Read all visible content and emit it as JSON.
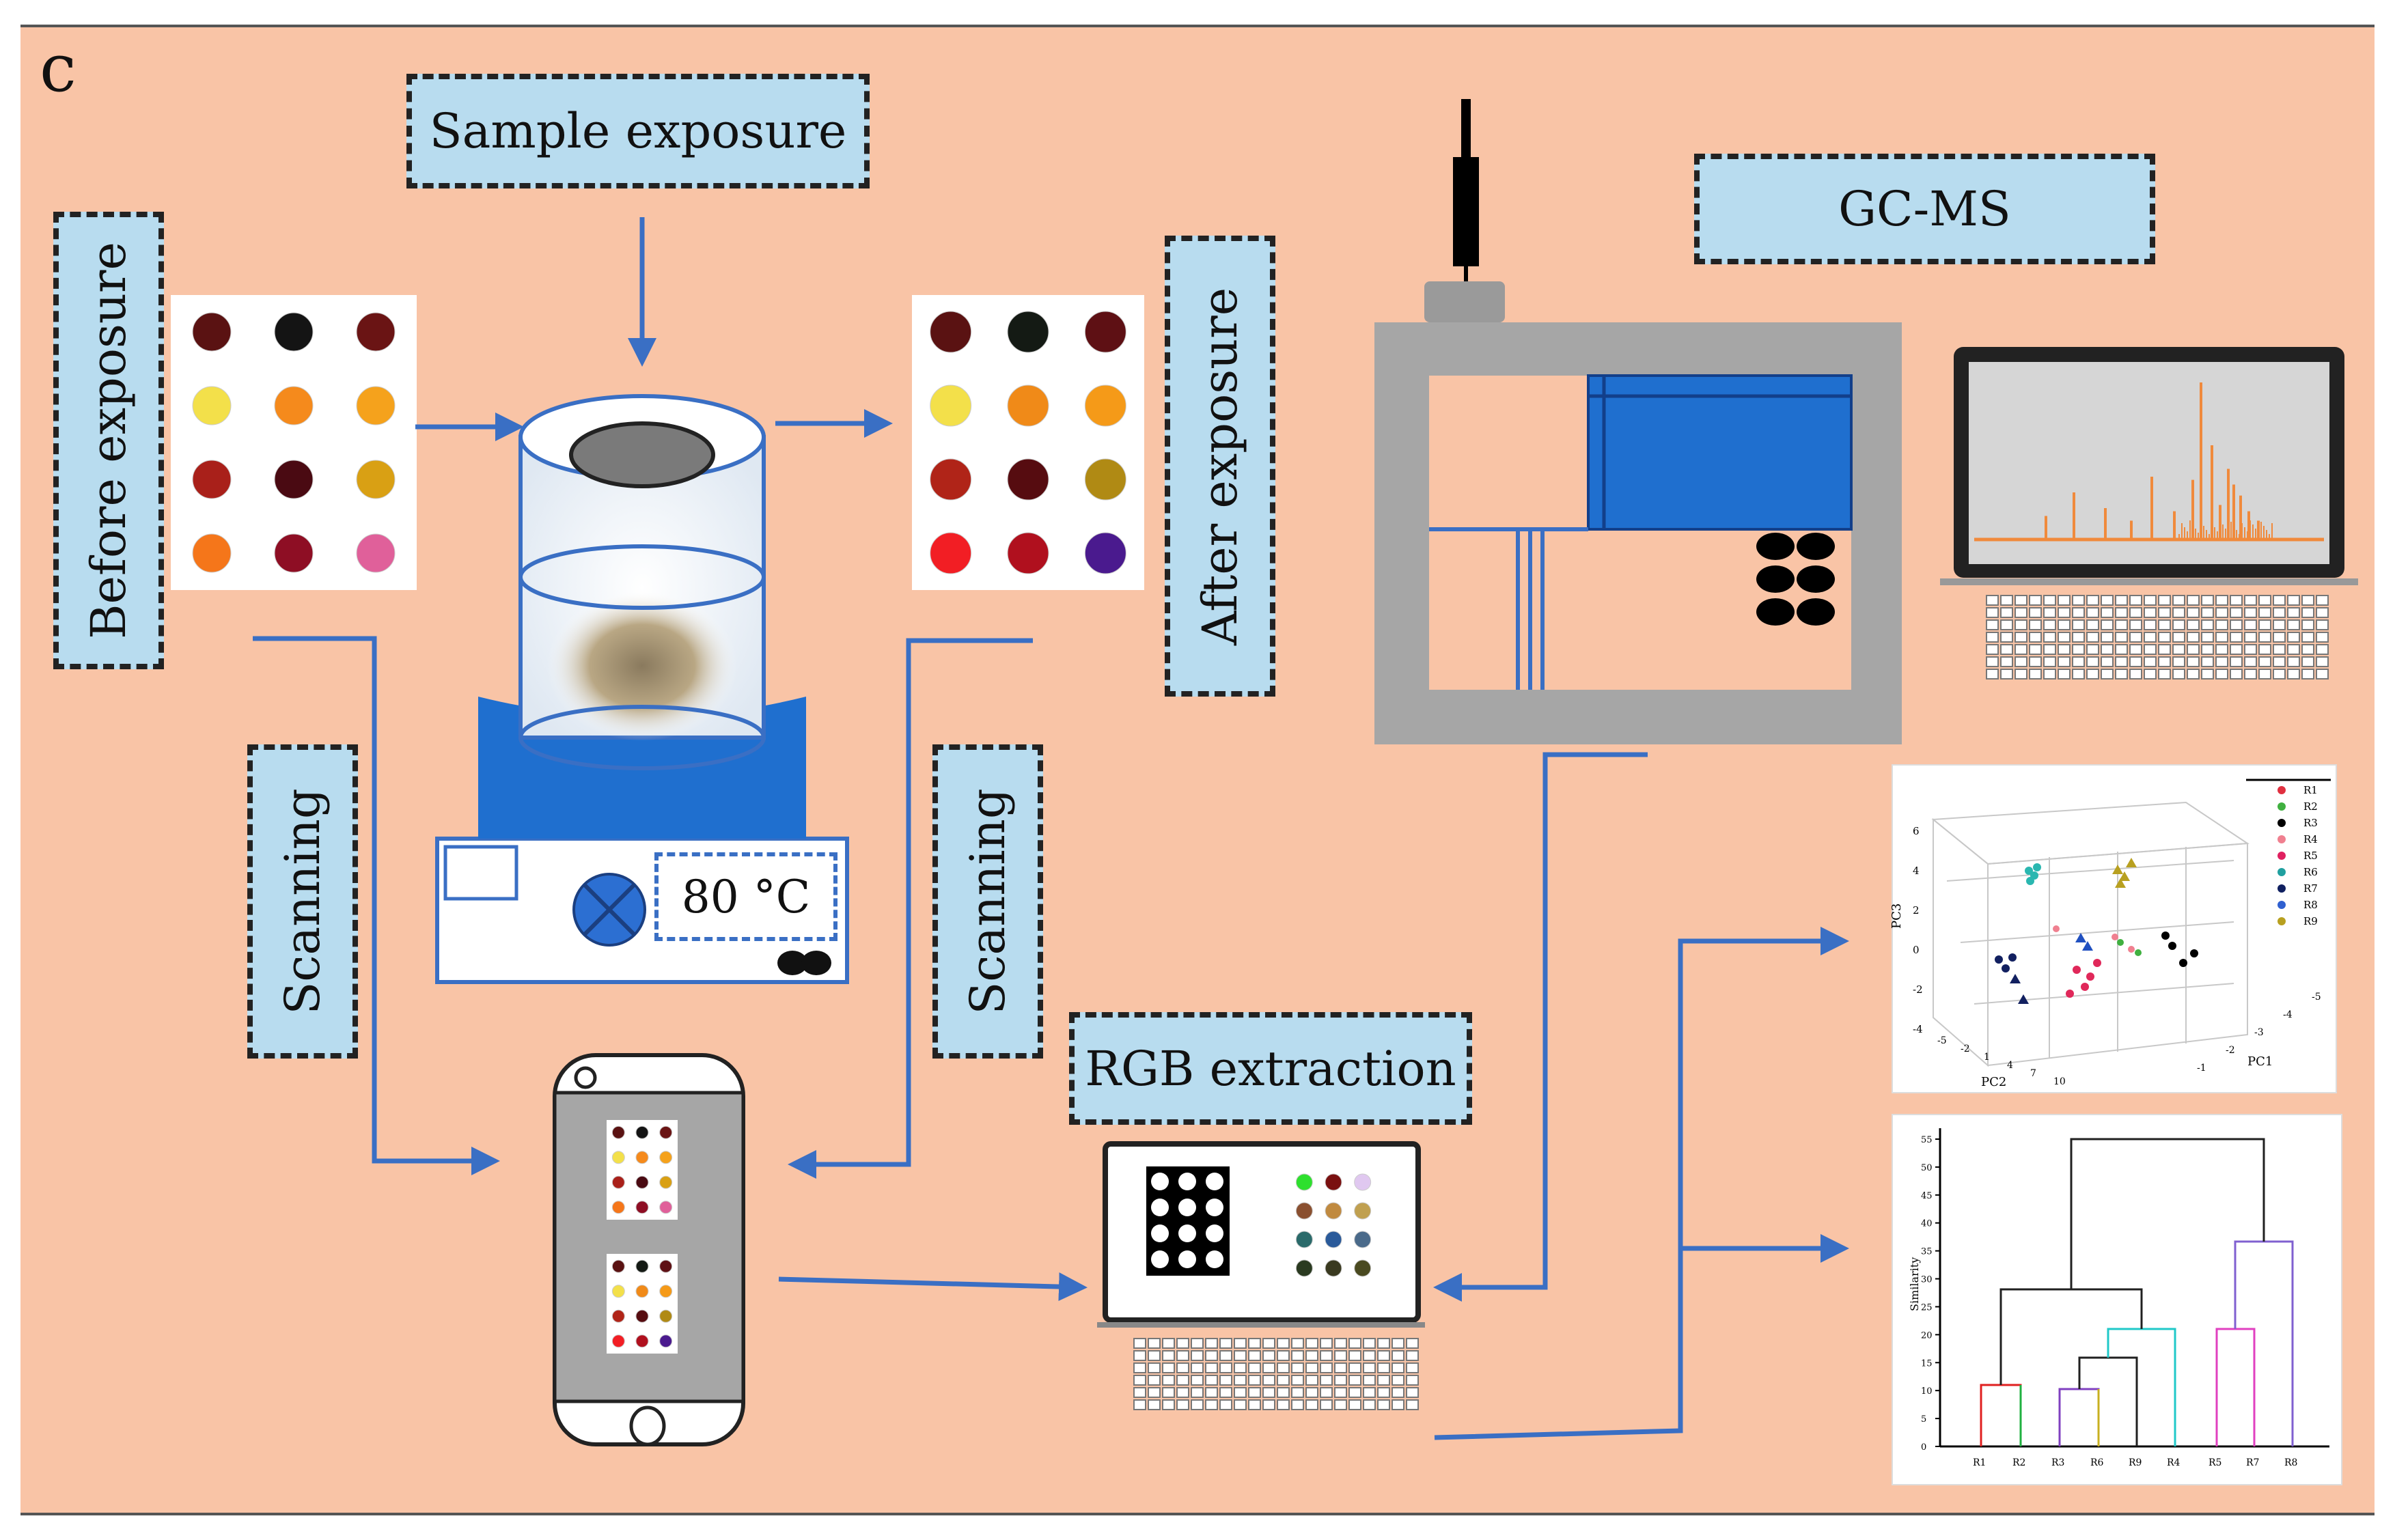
{
  "panel_letter": "c",
  "labels": {
    "sample_exposure": "Sample exposure",
    "before_exposure": "Before exposure",
    "after_exposure": "After exposure",
    "scanning_left": "Scanning",
    "scanning_right": "Scanning",
    "gc_ms": "GC-MS",
    "rgb_extraction": "RGB extraction"
  },
  "heater": {
    "temperature": "80 °C"
  },
  "colors": {
    "background": "#f9c4a6",
    "label_fill": "#b8dcef",
    "arrow": "#3a6fc4",
    "instrument_blue": "#1f6fcf",
    "spectrum": "#f08a3c"
  },
  "array_before": [
    "#5a1212",
    "#141414",
    "#6a1414",
    "#f3e04a",
    "#f58a1c",
    "#f5a21c",
    "#a9201a",
    "#4a0a12",
    "#d9a014",
    "#f5761a",
    "#8e0e24",
    "#e0609a"
  ],
  "array_after": [
    "#5a1212",
    "#141a14",
    "#5e1014",
    "#f3e04a",
    "#f08a18",
    "#f59a18",
    "#b02418",
    "#560c10",
    "#b08a14",
    "#f21e24",
    "#b0101e",
    "#4a1a8e"
  ],
  "array_extracted": [
    "#2ee02e",
    "#7a1010",
    "#e0c8f0",
    "#8a5030",
    "#c08a40",
    "#c0a050",
    "#2a6a6a",
    "#2a5a9a",
    "#4a6a8a",
    "#2a3a20",
    "#3a3a20",
    "#4a4a20"
  ],
  "pca_chart": {
    "axes": {
      "x": "PC2",
      "y": "PC3",
      "z": "PC1"
    },
    "y_ticks": [
      "6",
      "4",
      "2",
      "0",
      "-2",
      "-4"
    ],
    "x_ticks": [
      "-5",
      "-2",
      "1",
      "4",
      "7",
      "10"
    ],
    "z_ticks": [
      "-1",
      "-2",
      "-3",
      "-4",
      "-5"
    ],
    "legend": [
      "R1",
      "R2",
      "R3",
      "R4",
      "R5",
      "R6",
      "R7",
      "R8",
      "R9"
    ]
  },
  "dendrogram": {
    "ylabel": "Similarity",
    "y_ticks": [
      "0",
      "5",
      "10",
      "15",
      "20",
      "25",
      "30",
      "35",
      "40",
      "45",
      "50",
      "55"
    ],
    "leaves": [
      "R1",
      "R2",
      "R3",
      "R6",
      "R9",
      "R4",
      "R5",
      "R7",
      "R8"
    ]
  }
}
